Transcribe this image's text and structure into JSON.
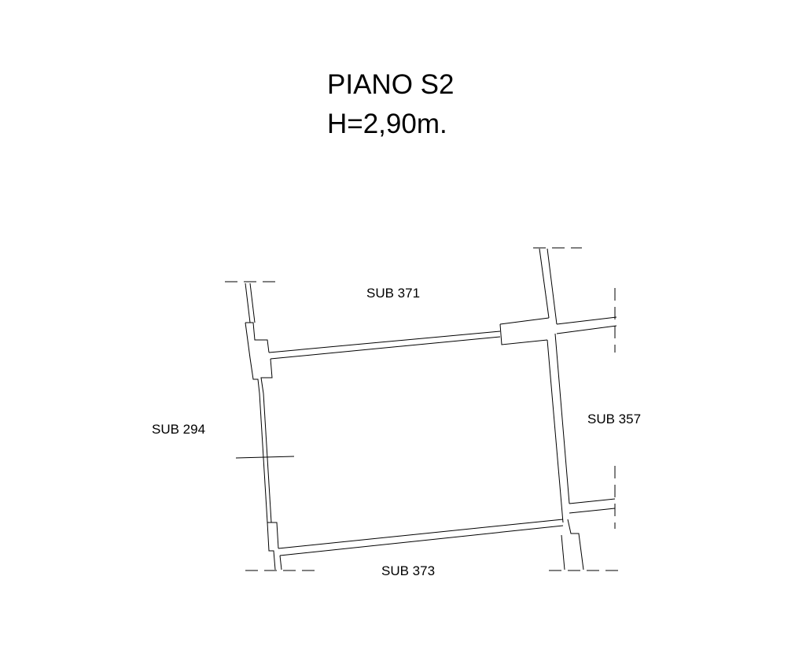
{
  "title": {
    "line1": "PIANO S2",
    "line2": "H=2,90m."
  },
  "labels": {
    "north": "SUB 371",
    "west": "SUB 294",
    "east": "SUB 357",
    "south": "SUB 373"
  }
}
